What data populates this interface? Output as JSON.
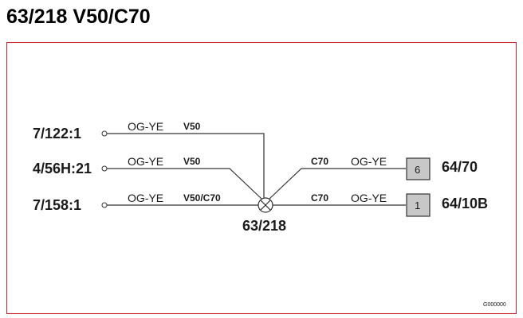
{
  "title": "63/218 V50/C70",
  "colors": {
    "frame_border": "#d0202a",
    "wire": "#333333",
    "pin_box_fill": "#c8c8c8"
  },
  "splice": {
    "label": "63/218",
    "icon": "splice-cross-circle-icon"
  },
  "left_connections": [
    {
      "connector": "7/122:1",
      "wire_color": "OG-YE",
      "variant": "V50"
    },
    {
      "connector": "4/56H:21",
      "wire_color": "OG-YE",
      "variant": "V50"
    },
    {
      "connector": "7/158:1",
      "wire_color": "OG-YE",
      "variant": "V50/C70"
    }
  ],
  "right_connections": [
    {
      "variant": "C70",
      "wire_color": "OG-YE",
      "pin": "6",
      "connector": "64/70"
    },
    {
      "variant": "C70",
      "wire_color": "OG-YE",
      "pin": "1",
      "connector": "64/10B"
    }
  ],
  "figure_code": "G000000"
}
